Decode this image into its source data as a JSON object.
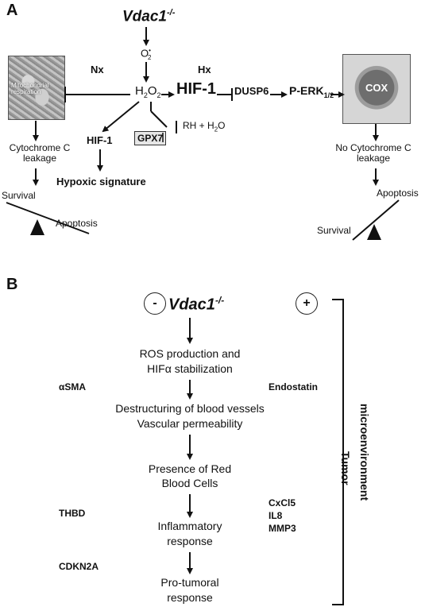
{
  "panelA": {
    "label": "A",
    "gene": "Vdac1",
    "gene_sup": "-/-",
    "o2": "O",
    "o2_sup": "•",
    "o2_sub": "2",
    "nx": "Nx",
    "hx": "Hx",
    "h2o2_h": "H",
    "h2o2_2a": "2",
    "h2o2_o": "O",
    "h2o2_2b": "2",
    "hif1_main": "HIF-1",
    "dusp6": "DUSP6",
    "perk_main": "P-ERK",
    "perk_sub": "1/2",
    "mito_text": "Mitochondrial respiration",
    "cox": "COX",
    "hif1_left": "HIF-1",
    "gpx7": "GPX7",
    "rh_h2o": "RH + H",
    "rh_h2o_sub": "2",
    "rh_h2o_end": "O",
    "cytc_leak": "Cytochrome C leakage",
    "hypoxic": "Hypoxic signature",
    "survival_left": "Survival",
    "apoptosis_left": "Apoptosis",
    "no_cytc": "No Cytochrome C leakage",
    "apoptosis_right": "Apoptosis",
    "survival_right": "Survival"
  },
  "panelB": {
    "label": "B",
    "gene": "Vdac1",
    "gene_sup": "-/-",
    "minus": "-",
    "plus": "+",
    "steps": [
      "ROS production and",
      "HIFα stabilization",
      "Destructuring of blood vessels",
      "Vascular permeability",
      "Presence of Red",
      "Blood Cells",
      "Inflammatory",
      "response",
      "Pro-tumoral",
      "response"
    ],
    "left_markers": [
      "αSMA",
      "THBD",
      "CDKN2A"
    ],
    "right_markers": [
      "Endostatin",
      "CxCl5",
      "IL8",
      "MMP3"
    ],
    "bracket_label": [
      "Tumor",
      "microenvironment"
    ]
  }
}
